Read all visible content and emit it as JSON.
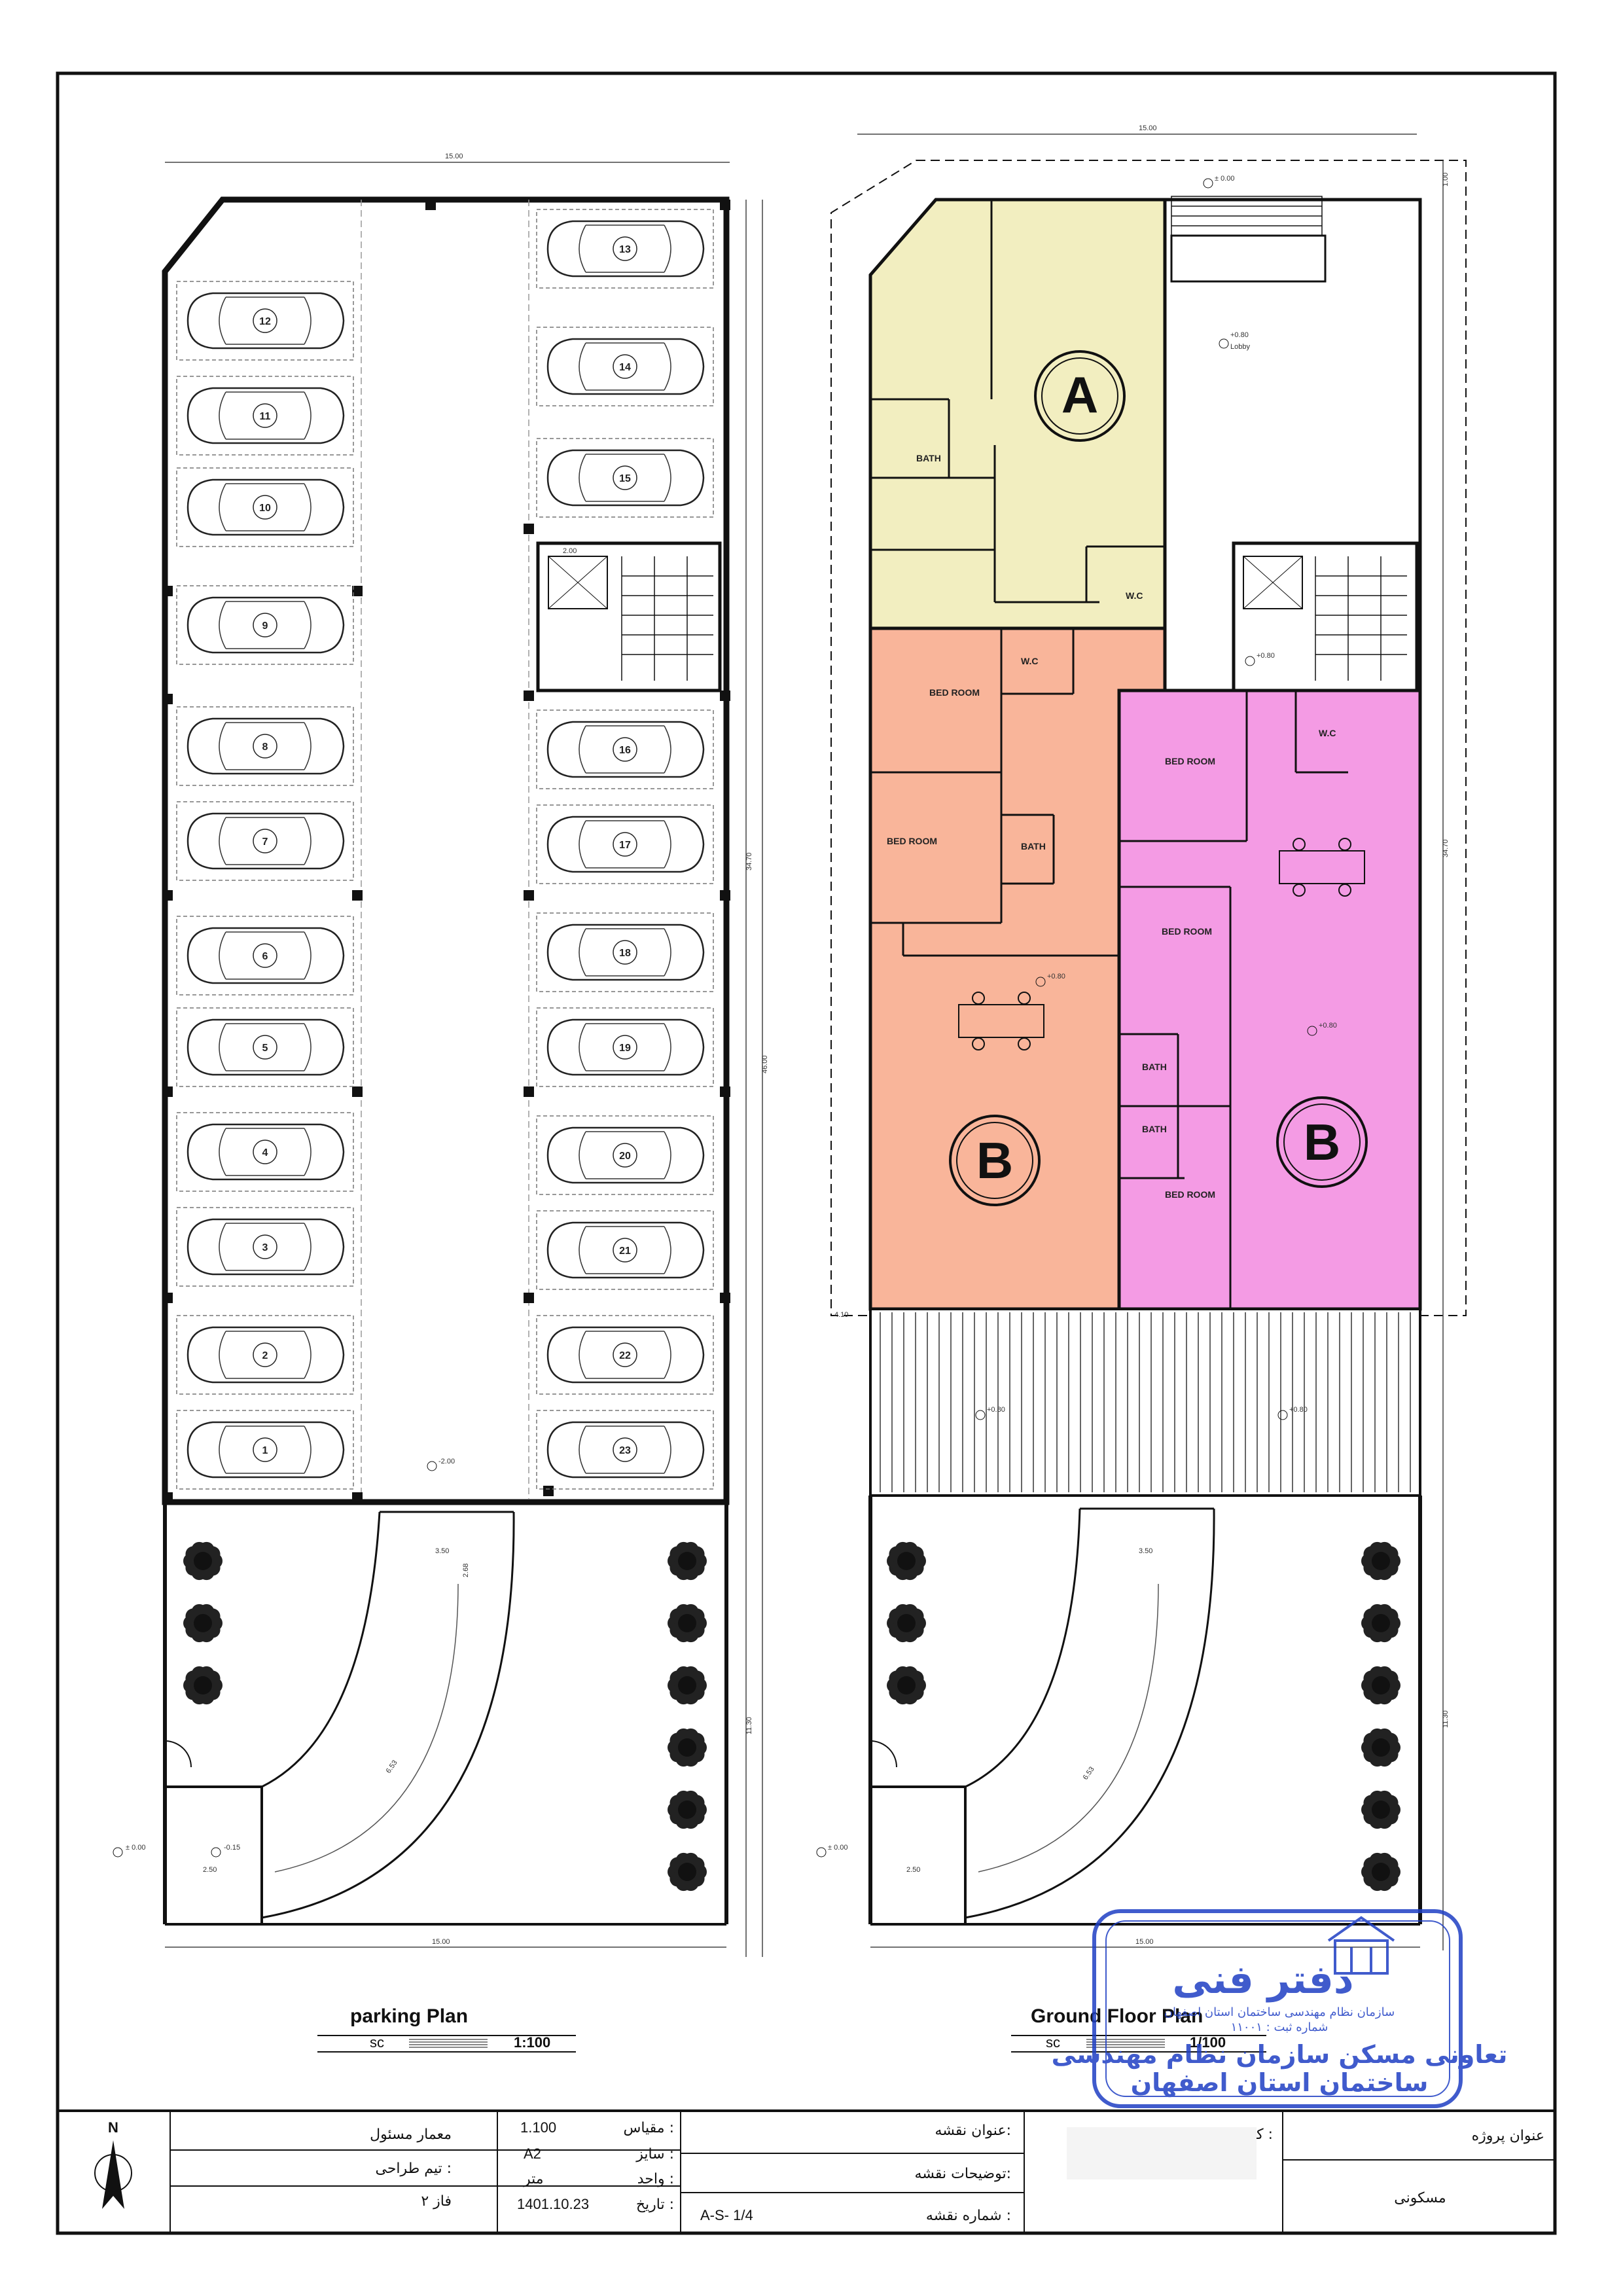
{
  "plans": {
    "parking": {
      "title": "parking Plan",
      "sc": "sc",
      "scale": "1:100"
    },
    "ground": {
      "title": "Ground Floor Plan",
      "sc": "sc",
      "scale": "1/100"
    }
  },
  "units": {
    "a": "A",
    "b1": "B",
    "b2": "B"
  },
  "rooms": {
    "bath": "BATH",
    "wc": "W.C",
    "bed": "BED ROOM",
    "lobby": "Lobby"
  },
  "levels": {
    "zero": "± 0.00",
    "p080": "+0.80",
    "m200": "-2.00",
    "m015": "-0.15"
  },
  "dimensions": {
    "width": "15.00",
    "length_total": "46.00",
    "length_building": "34.70",
    "yard": "11.30",
    "ramp_w": "3.50",
    "ramp_h": "2.68",
    "ramp_r": "6.53",
    "side": "2.50",
    "front": "1.00",
    "setback": "4.10",
    "stair": "2.00"
  },
  "parking_numbers": {
    "left": [
      "12",
      "11",
      "10",
      "9",
      "8",
      "7",
      "6",
      "5",
      "4",
      "3",
      "2",
      "1"
    ],
    "right": [
      "13",
      "14",
      "15",
      "16",
      "17",
      "18",
      "19",
      "20",
      "21",
      "22",
      "23"
    ]
  },
  "title_block": {
    "north": "N",
    "architect_label": "معمار مسئول",
    "design_team_label": "تیم طراحی :",
    "phase_label": "فاز ۲",
    "scale_label": "مقیاس :",
    "scale_value": "1.100",
    "size_label": "سایز :",
    "size_value": "A2",
    "unit_label": "واحد :",
    "unit_value": "متر",
    "date_label": "تاریخ :",
    "date_value": "1401.10.23",
    "map_title_label": "عنوان نقشه:",
    "map_desc_label": "توضیحات نقشه:",
    "map_number_label": "شماره نقشه :",
    "map_number_value": "A-S- 1/4",
    "employer_label": "کارفرما :",
    "project_title_label": "عنوان پروژه",
    "project_value": "مسکونی"
  },
  "stamp": {
    "line1": "دفتر فنی",
    "line2": "سازمان نظام مهندسی ساختمان استان اصفهان",
    "line3": "شماره ثبت : ۱۱۰۰۱",
    "line4": "تعاونی مسکن سازمان نظام مهندسی",
    "line5": "ساختمان استان اصفهان"
  },
  "colors": {
    "unit_a": "#f2eec0",
    "unit_b_left": "#f9b59a",
    "unit_b_right": "#f49be4",
    "stamp": "#1f3fc4"
  }
}
